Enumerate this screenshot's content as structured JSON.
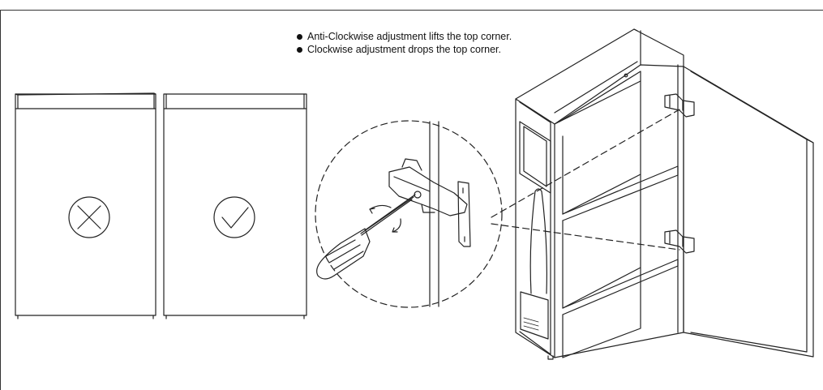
{
  "instructions": [
    "Anti-Clockwise adjustment lifts the top corner.",
    "Clockwise adjustment drops the top corner."
  ],
  "panels": [
    {
      "name": "misaligned-door",
      "status_icon": "cross-icon"
    },
    {
      "name": "aligned-door",
      "status_icon": "check-icon"
    }
  ],
  "colors": {
    "line": "#222222",
    "background": "#ffffff"
  }
}
